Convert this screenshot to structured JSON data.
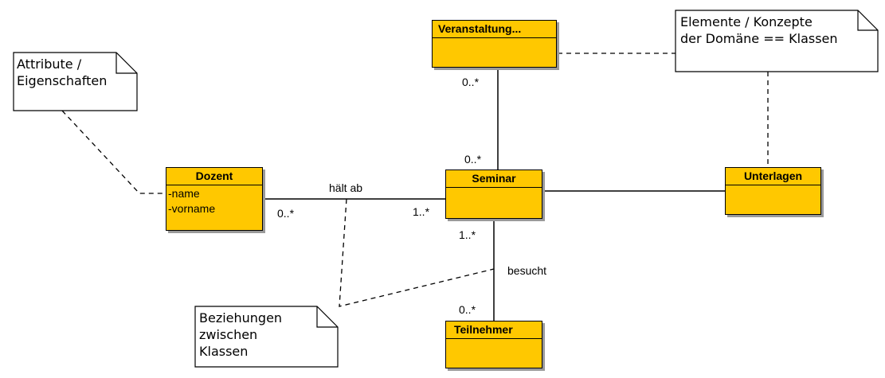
{
  "classes": {
    "veranstaltung": {
      "name": "Veranstaltung...",
      "attributes": []
    },
    "dozent": {
      "name": "Dozent",
      "attributes": [
        "-name",
        "-vorname"
      ]
    },
    "seminar": {
      "name": "Seminar",
      "attributes": []
    },
    "unterlagen": {
      "name": "Unterlagen",
      "attributes": []
    },
    "teilnehmer": {
      "name": "Teilnehmer",
      "attributes": []
    }
  },
  "associations": {
    "dozent_seminar": {
      "label": "hält ab",
      "mult_dozent": "0..*",
      "mult_seminar": "1..*"
    },
    "veranstaltung_seminar": {
      "mult_veranstaltung": "0..*",
      "mult_seminar": "0..*"
    },
    "seminar_teilnehmer": {
      "label": "besucht",
      "mult_seminar": "1..*",
      "mult_teilnehmer": "0..*"
    },
    "seminar_unterlagen": {
      "label": ""
    }
  },
  "notes": {
    "attribute": {
      "lines": [
        "Attribute /",
        "Eigenschaften"
      ]
    },
    "elemente": {
      "lines": [
        "Elemente / Konzepte",
        "der Domäne == Klassen"
      ]
    },
    "beziehungen": {
      "lines": [
        "Beziehungen",
        "zwischen",
        "Klassen"
      ]
    }
  },
  "colors": {
    "class_fill": "#ffc800",
    "class_shadow": "#9a9a9a",
    "stroke": "#000000",
    "note_fill": "#ffffff"
  }
}
